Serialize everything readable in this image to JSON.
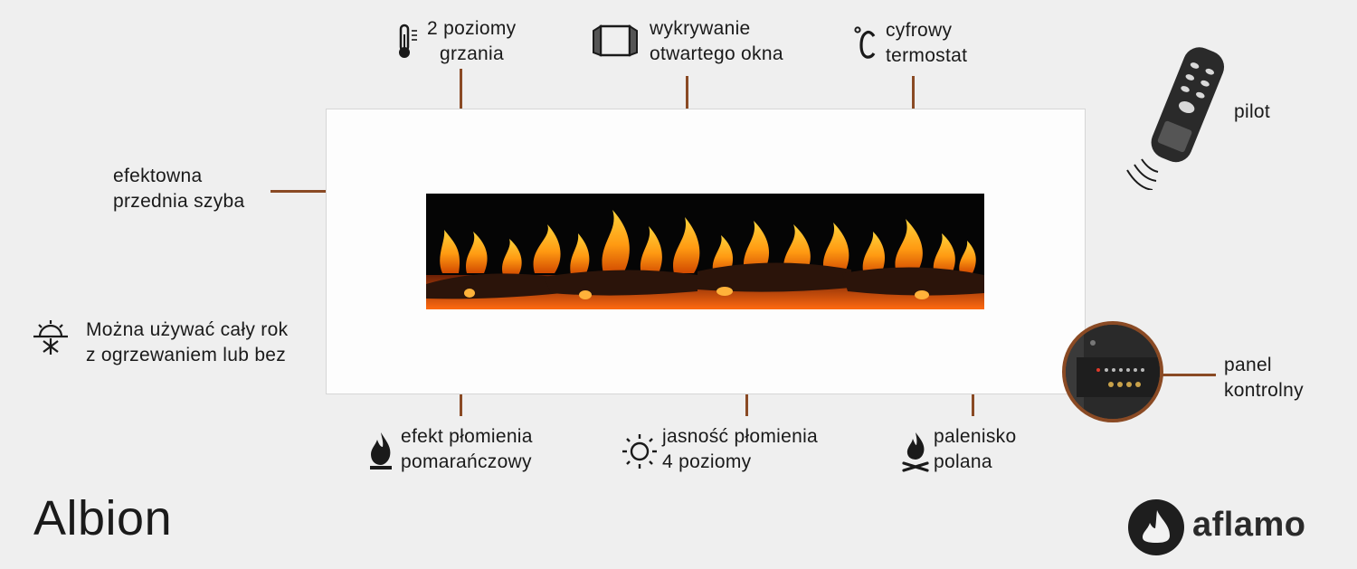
{
  "model": "Albion",
  "brand": {
    "name": "aflamo",
    "logo_icon": "flame-drop-logo"
  },
  "colors": {
    "accent_line": "#8a4a24",
    "background": "#efefef",
    "panel": "#fdfdfd"
  },
  "features": {
    "heating": {
      "icon": "thermometer-icon",
      "line1": "2 poziomy",
      "line2": "grzania"
    },
    "window": {
      "icon": "open-window-icon",
      "line1": "wykrywanie",
      "line2": "otwartego okna"
    },
    "thermostat": {
      "icon": "celsius-icon",
      "line1": "cyfrowy",
      "line2": "termostat"
    },
    "remote": {
      "icon": "remote-control-icon",
      "line1": "pilot"
    },
    "glass": {
      "line1": "efektowna",
      "line2": "przednia szyba"
    },
    "year_round": {
      "icon": "sun-snowflake-icon",
      "line1": "Można używać cały rok",
      "line2": "z ogrzewaniem lub bez"
    },
    "flame_effect": {
      "icon": "flame-icon",
      "line1": "efekt płomienia",
      "line2": "pomarańczowy"
    },
    "brightness": {
      "icon": "sun-icon",
      "line1": "jasność płomienia",
      "line2": "4 poziomy"
    },
    "logs": {
      "icon": "campfire-icon",
      "line1": "palenisko",
      "line2": "polana"
    },
    "control_panel": {
      "line1": "panel",
      "line2": "kontrolny"
    }
  }
}
